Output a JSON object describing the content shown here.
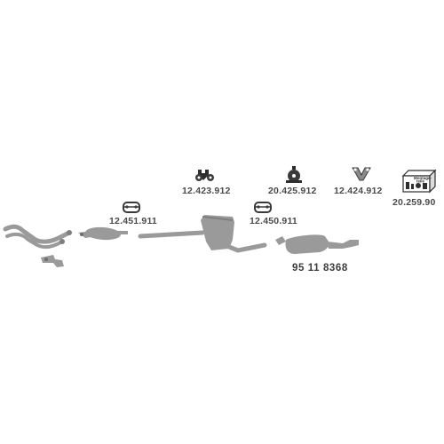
{
  "parts": {
    "front_pipe_clamp": {
      "part_number": "12.451.911",
      "icon": "pipe-clamp-icon"
    },
    "center_pipe_clamp": {
      "part_number": "12.450.911",
      "icon": "pipe-clamp-icon"
    },
    "rubber_hanger_a": {
      "part_number": "12.423.912",
      "icon": "rubber-hanger-icon"
    },
    "rubber_hanger_b": {
      "part_number": "20.425.912",
      "icon": "rubber-hanger-icon"
    },
    "rubber_hanger_c": {
      "part_number": "12.424.912",
      "icon": "v-hanger-icon"
    },
    "mounting_kit": {
      "part_number": "20.259.90",
      "box_text_line1": "Montage-",
      "box_text_line2": "teile",
      "icon": "mounting-kit-box-icon"
    },
    "rear_silencer": {
      "part_number": "95 11 8368"
    }
  },
  "colors": {
    "part_fill": "#9a9a9a",
    "part_dark": "#6e6e6e",
    "label": "#4a4a4a"
  }
}
